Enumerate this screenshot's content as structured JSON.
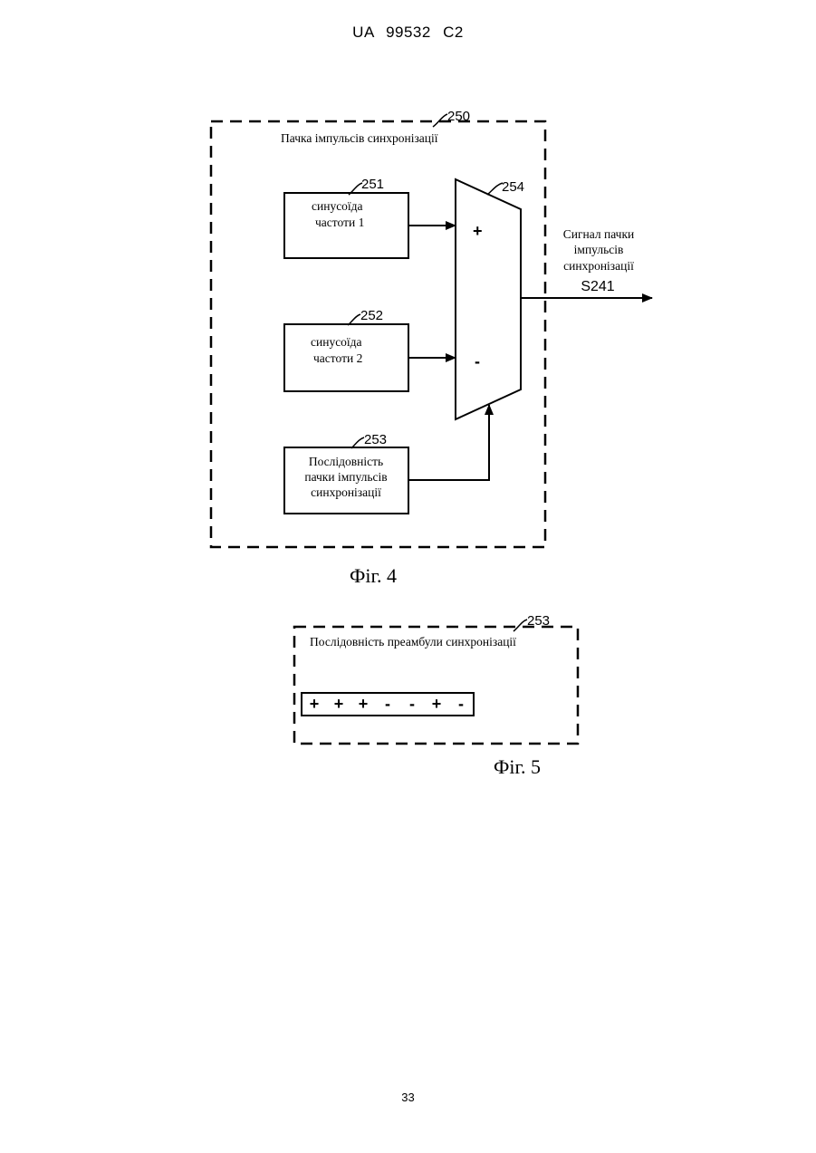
{
  "header": {
    "patent_number": "UA  99532  C2"
  },
  "figure4": {
    "ref_250": "250",
    "block_title": "Пачка імпульсів синхронізації",
    "block_251": {
      "ref": "251",
      "line1": "синусоїда",
      "line2": "частоти 1"
    },
    "block_252": {
      "ref": "252",
      "line1": "синусоїда",
      "line2": "частоти 2"
    },
    "block_253": {
      "ref": "253",
      "line1": "Послідовність",
      "line2": "пачки імпульсів",
      "line3": "синхронізації"
    },
    "mux": {
      "ref": "254",
      "plus": "+",
      "minus": "-"
    },
    "output": {
      "line1": "Сигнал пачки",
      "line2": "імпульсів",
      "line3": "синхронізації",
      "signal": "S241"
    },
    "caption": "Фіг. 4"
  },
  "figure5": {
    "ref": "253",
    "title": "Послідовність преамбули синхронізації",
    "sequence": [
      "+",
      "+",
      "+",
      "-",
      "-",
      "+",
      "-"
    ],
    "caption": "Фіг. 5"
  },
  "footer": {
    "page_number": "33"
  }
}
